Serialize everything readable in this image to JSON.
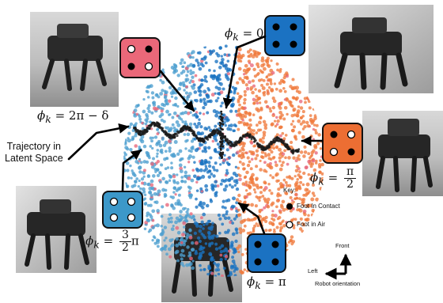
{
  "labels": {
    "phi_2pi": {
      "lhs": "ϕ",
      "sub": "k",
      "rhs": "= 2π − δ"
    },
    "phi_0": {
      "lhs": "ϕ",
      "sub": "k",
      "rhs": "= 0"
    },
    "phi_half": {
      "lhs": "ϕ",
      "sub": "k",
      "rhs": "=",
      "num": "π",
      "den": "2"
    },
    "phi_three_half": {
      "lhs": "ϕ",
      "sub": "k",
      "rhs": "=",
      "num": "3",
      "den": "2",
      "tail": "π"
    },
    "phi_pi": {
      "lhs": "ϕ",
      "sub": "k",
      "rhs": "= π"
    }
  },
  "trajectory_label": {
    "line1": "Trajectory in",
    "line2": "Latent Space"
  },
  "key": {
    "title": "Key:",
    "contact": "Foot In Contact",
    "air": "Foot in Air"
  },
  "orientation": {
    "front": "Front",
    "left": "Left",
    "caption": "Robot orientation"
  },
  "colors": {
    "cluster_blue": "#1a73c2",
    "cluster_orange": "#ef7a3c",
    "cluster_light_blue": "#4d9fcf",
    "cluster_pink": "#e8667a",
    "trajectory": "#1c1c1c",
    "box_pink": "#ea6879",
    "box_blue": "#1b72c2",
    "box_orange": "#ec6e33",
    "box_light_blue": "#3c98c9"
  }
}
